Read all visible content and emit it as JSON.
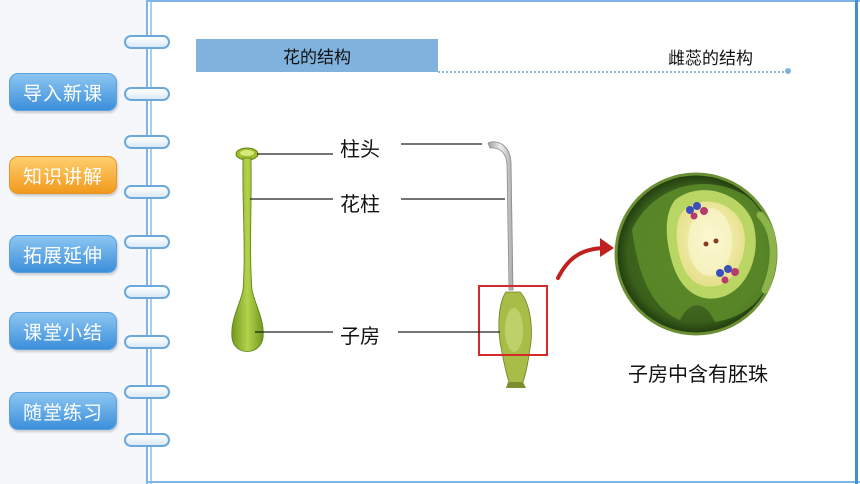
{
  "nav": {
    "items": [
      {
        "label": "导入新课"
      },
      {
        "label": "知识讲解"
      },
      {
        "label": "拓展延伸"
      },
      {
        "label": "课堂小结"
      },
      {
        "label": "随堂练习"
      }
    ],
    "active_index": 1
  },
  "header": {
    "title": "花的结构",
    "subtitle": "雌蕊的结构"
  },
  "diagram": {
    "labels": {
      "stigma": "柱头",
      "style": "花柱",
      "ovary": "子房"
    },
    "caption": "子房中含有胚珠"
  },
  "colors": {
    "nav_blue": "#3c8fdb",
    "nav_active": "#f19a1c",
    "title_bar": "#7fb2dd",
    "highlight_box": "#d42a2a",
    "arrow": "#c0211f"
  },
  "icons": [
    "binder-ring",
    "curved-arrow"
  ]
}
